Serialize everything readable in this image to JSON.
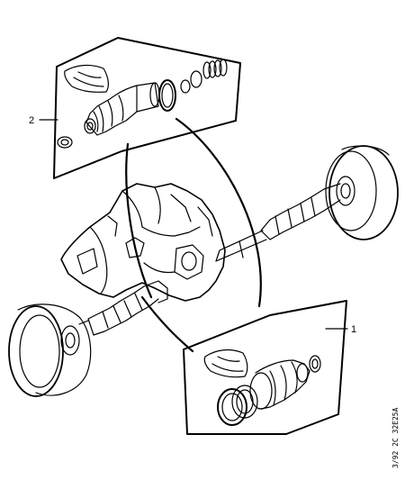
{
  "callouts": {
    "upper_kit": "2",
    "lower_kit": "1"
  },
  "reference_code": "3/92 2C 32E25A",
  "colors": {
    "line": "#000000",
    "background": "#ffffff"
  }
}
